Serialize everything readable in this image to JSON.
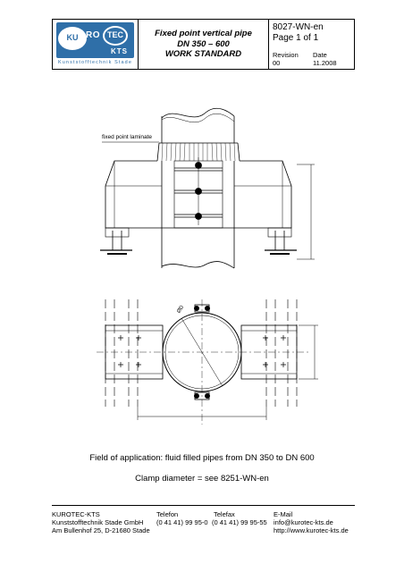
{
  "logo": {
    "brand_left": "KU",
    "brand_mid": "RO",
    "brand_right": "TEC",
    "brand_kts": "KTS",
    "subtitle": "Kunststofftechnik Stade",
    "color": "#2f6fa8"
  },
  "header": {
    "title_line1": "Fixed point vertical pipe",
    "title_line2": "DN 350 – 600",
    "title_line3": "WORK STANDARD",
    "doc_number": "8027-WN-en",
    "page": "Page 1 of 1",
    "revision_label": "Revision",
    "revision_value": "00",
    "date_label": "Date",
    "date_value": "11.2008"
  },
  "drawing": {
    "laminate_label": "fixed point laminate",
    "diameter_label": "ØD"
  },
  "body": {
    "field_of_application": "Field of application: fluid filled pipes from DN 350 to DN 600",
    "clamp_diameter": "Clamp diameter = see 8251-WN-en"
  },
  "footer": {
    "company_line1": "KUROTEC-KTS",
    "company_line2": "Kunststofftechnik Stade GmbH",
    "company_line3": "Am Bullenhof 25, D-21680 Stade",
    "telefon_label": "Telefon",
    "telefon_value": "(0 41 41) 99 95-0",
    "telefax_label": "Telefax",
    "telefax_value": "(0 41 41) 99 95-55",
    "email_label": "E-Mail",
    "email_value": "info@kurotec-kts.de",
    "web_value": "http://www.kurotec-kts.de"
  }
}
